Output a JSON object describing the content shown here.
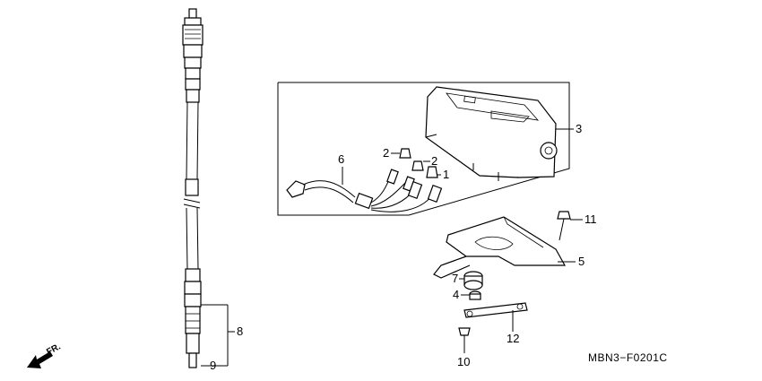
{
  "diagram": {
    "drawing_code": "MBN3−F0201C",
    "direction_label": "FR.",
    "callouts": {
      "c1": "1",
      "c2a": "2",
      "c2b": "2",
      "c3": "3",
      "c4": "4",
      "c5": "5",
      "c6": "6",
      "c7": "7",
      "c8": "8",
      "c9": "9",
      "c10": "10",
      "c11": "11",
      "c12": "12"
    }
  }
}
